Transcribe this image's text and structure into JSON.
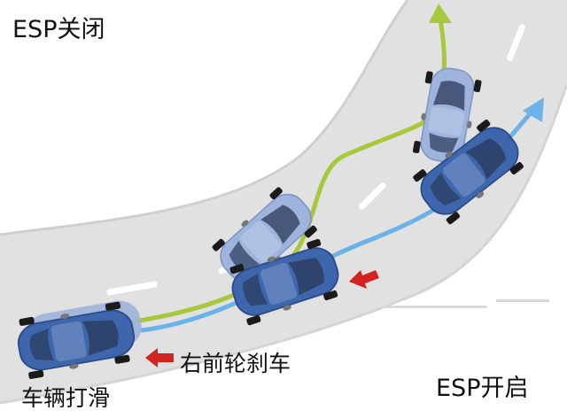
{
  "labels": {
    "esp_off": "ESP关闭",
    "esp_on": "ESP开启",
    "right_front_brake": "右前轮刹车",
    "vehicle_skid": "车辆打滑"
  },
  "colors": {
    "road": "#e1e1e1",
    "road_marking": "#ffffff",
    "path_esp_off": "#a9c73a",
    "path_esp_on": "#6bb2e8",
    "car_esp_on": "#3e66ad",
    "car_esp_off": "#9eb4dc",
    "brake_arrow": "#d3231e",
    "tire": "#1a1a1a"
  },
  "icons": {
    "brake_indicator": "arrow-left-icon",
    "vehicle": "car-icon"
  }
}
